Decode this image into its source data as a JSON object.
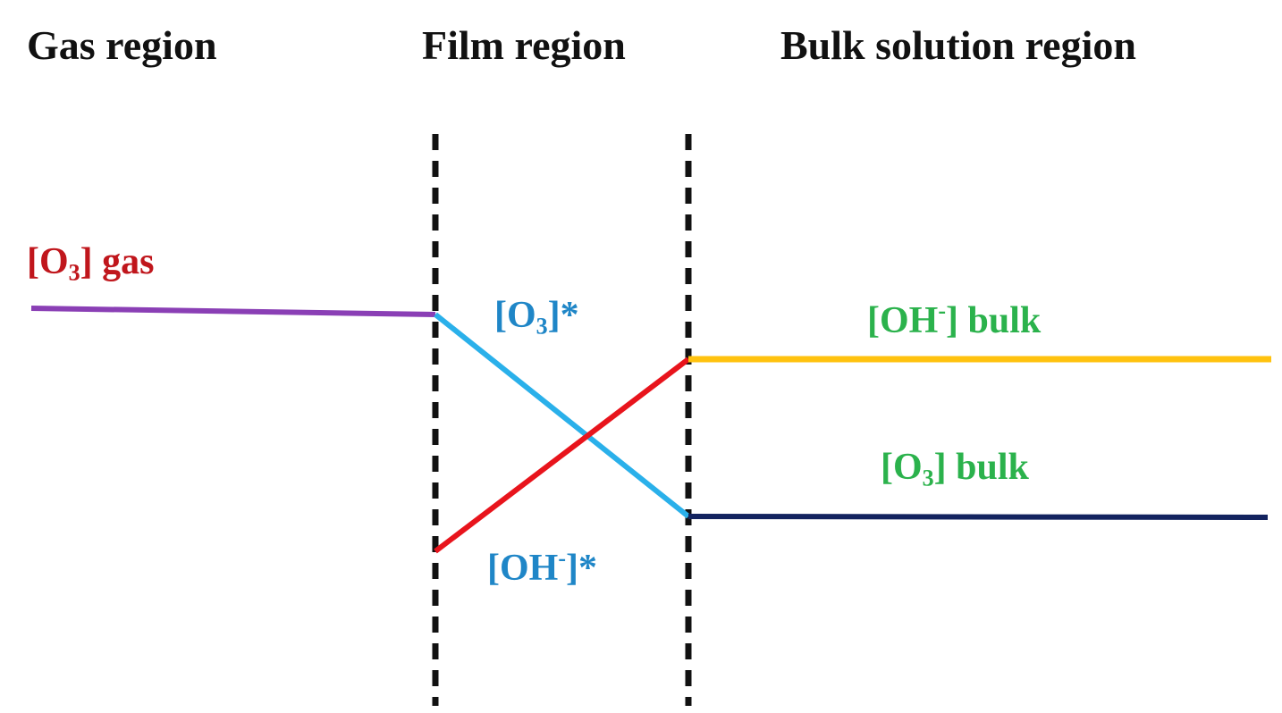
{
  "headers": {
    "gas": "Gas region",
    "film": "Film region",
    "bulk": "Bulk solution region"
  },
  "species": {
    "o3_gas": {
      "open": "[O",
      "sub": "3",
      "close": "] gas",
      "color": "#c0161c"
    },
    "o3_star": {
      "open": "[O",
      "sub": "3",
      "close": "]*",
      "color": "#1f86c7"
    },
    "oh_star": {
      "open": "[OH",
      "sup": "-",
      "close": "]*",
      "color": "#1f86c7"
    },
    "oh_bulk": {
      "open": "[OH",
      "sup": "-",
      "close": "] bulk",
      "color": "#2bb24c"
    },
    "o3_bulk": {
      "open": "[O",
      "sub": "3",
      "close": "] bulk",
      "color": "#2bb24c"
    }
  },
  "line_colors": {
    "o3_gas": "#8a3fb5",
    "o3_film": "#2ab0ea",
    "oh_film": "#e8141c",
    "oh_bulk": "#ffc20e",
    "o3_bulk": "#13235f",
    "boundary": "#111111"
  }
}
